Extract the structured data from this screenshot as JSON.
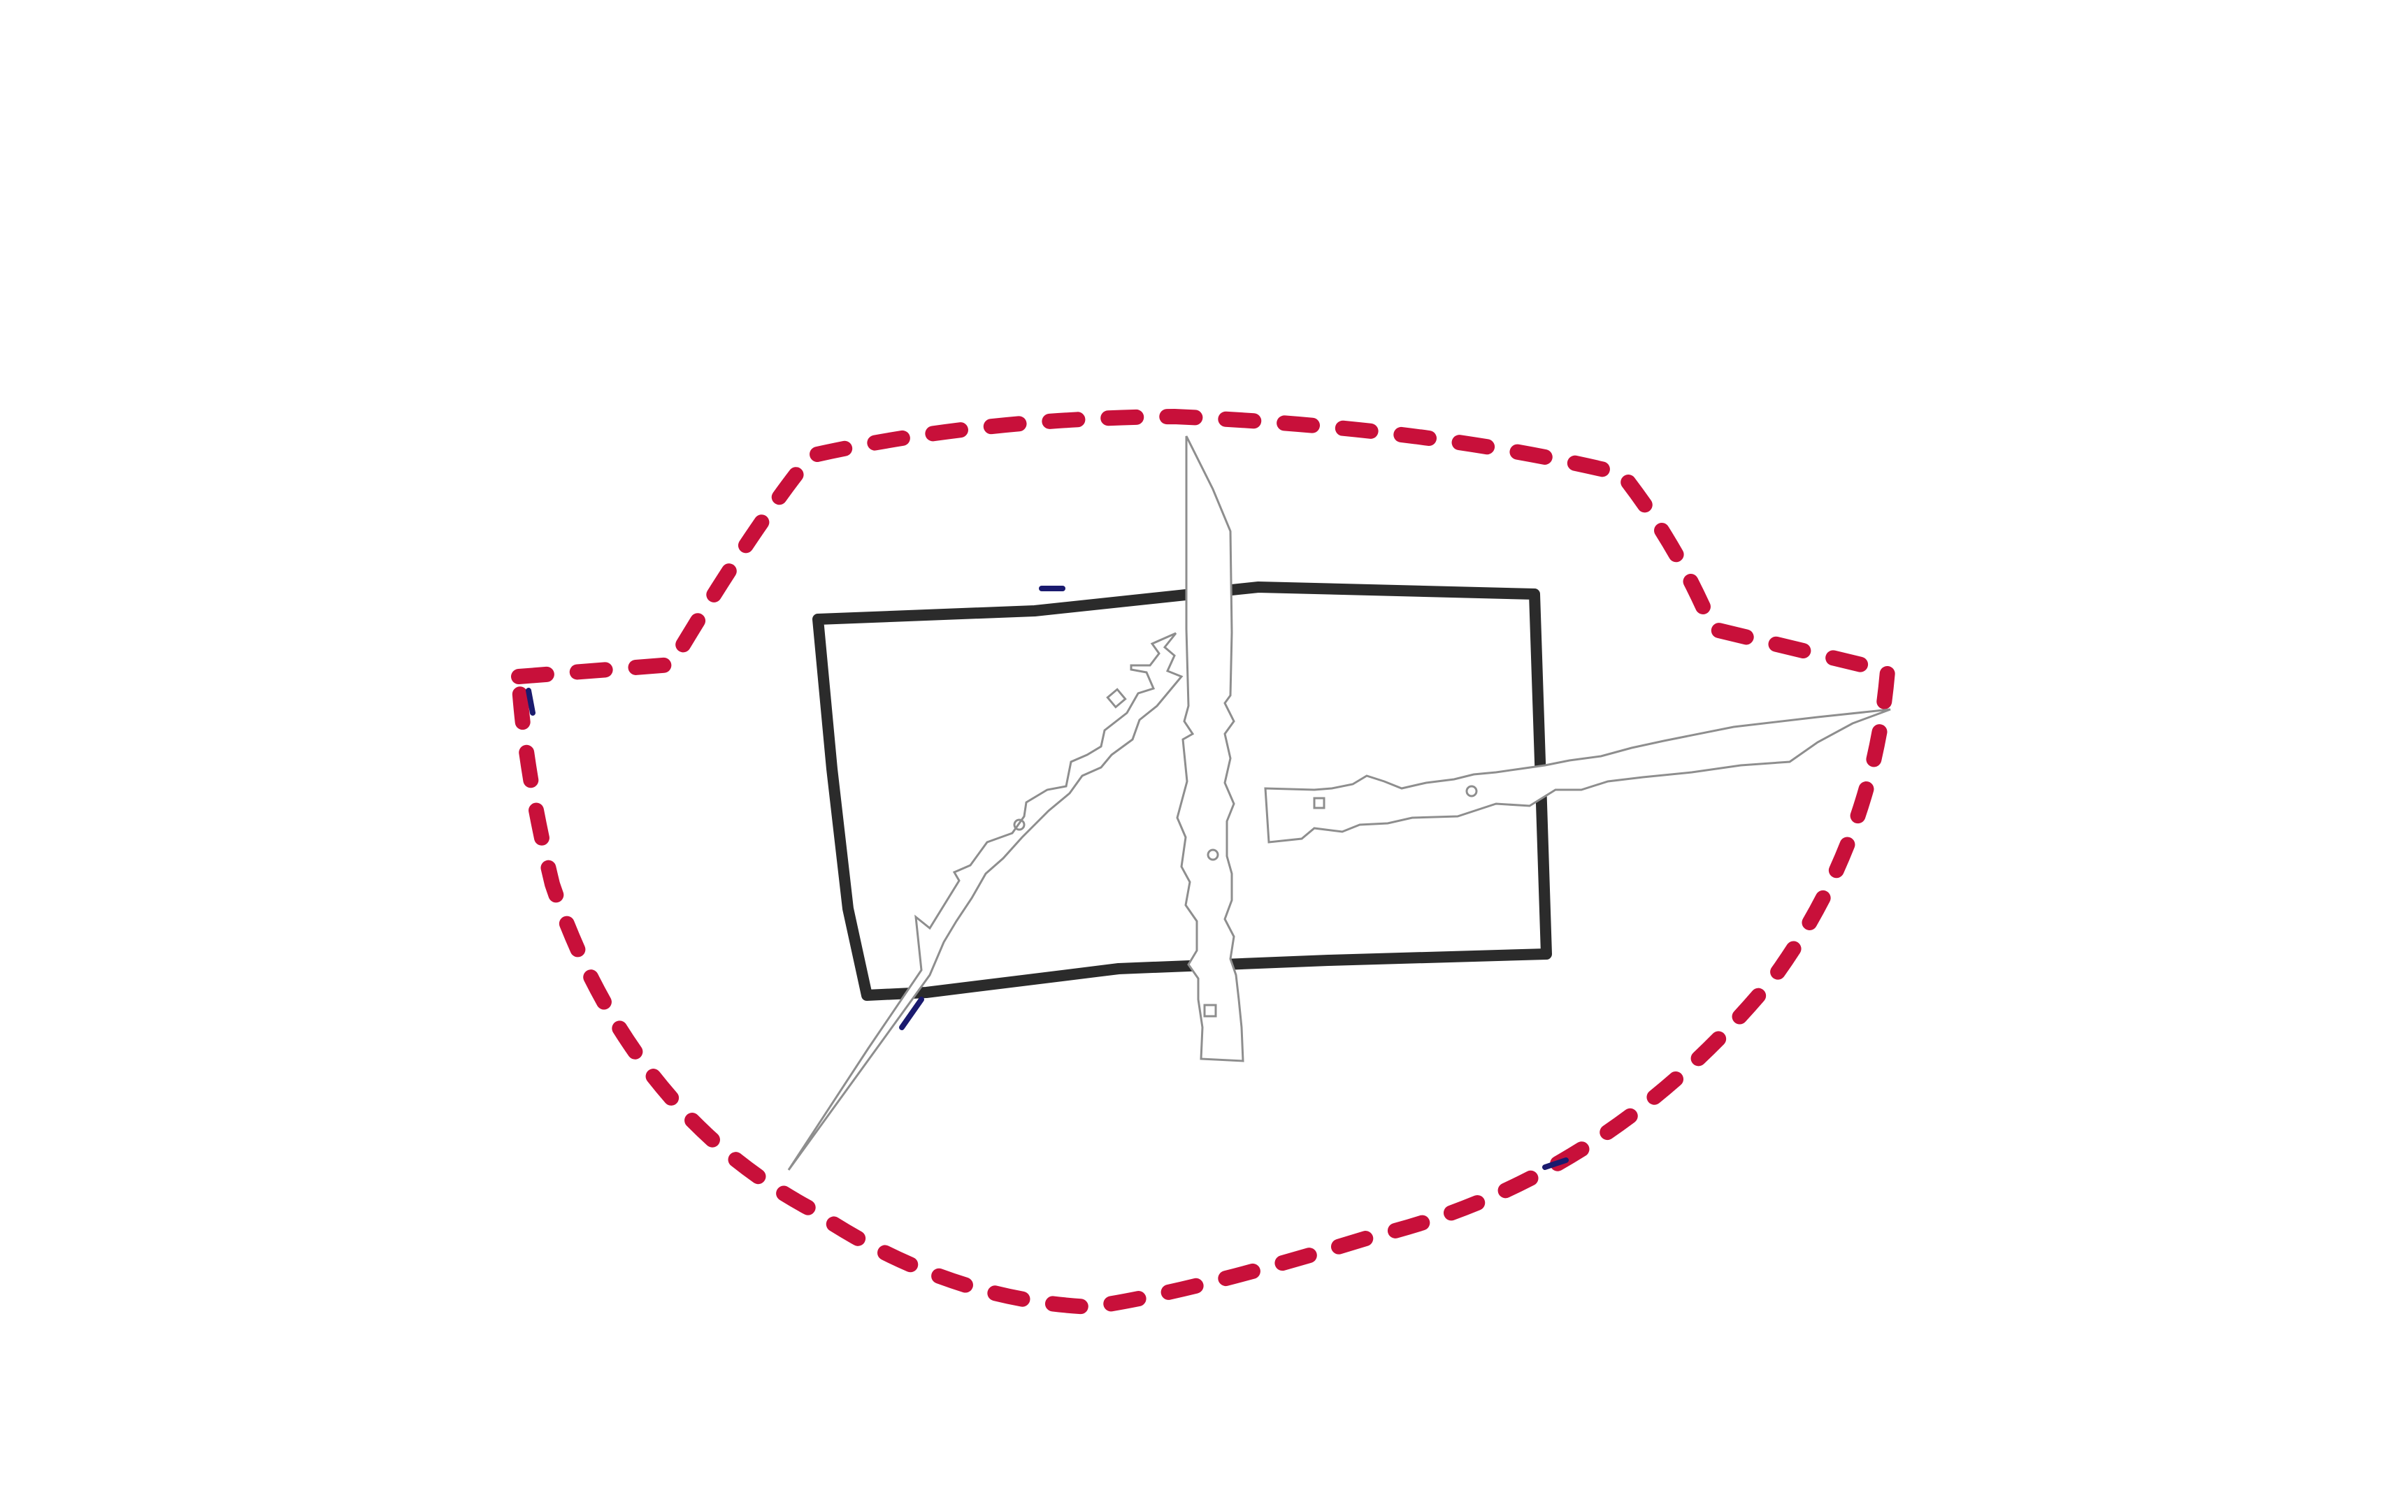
{
  "colors": {
    "background": "#ffffff",
    "boundary": "#c8103a",
    "box": "#2b2b2b",
    "blade_stroke": "#8e8e8e",
    "blade_fill": "#ffffff",
    "ink_speck": "#1a1a6e"
  },
  "elements": {
    "boundary": "dashed-red-enclosure",
    "box": "black-rectangle",
    "blades": [
      "sword-diagonal",
      "sword-vertical",
      "sword-horizontal"
    ]
  }
}
